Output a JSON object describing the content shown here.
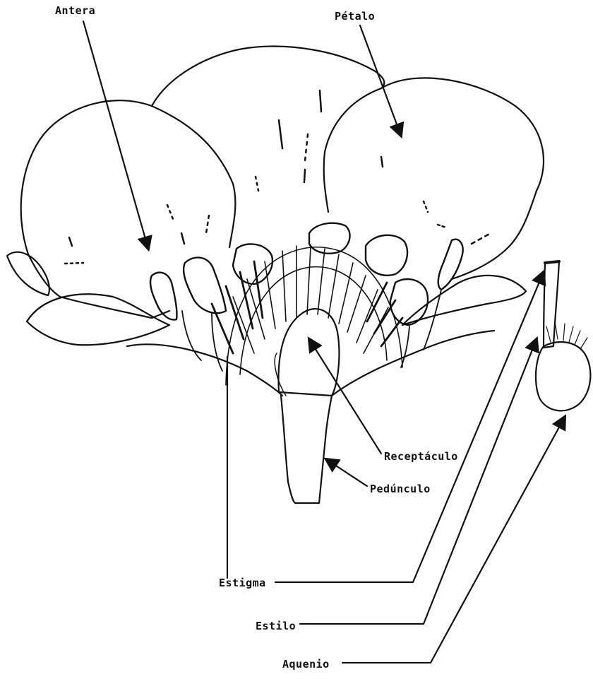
{
  "labels": {
    "antera": "Antera",
    "petalo": "Pétalo",
    "receptaculo": "Receptáculo",
    "pedunculo": "Pedúnculo",
    "estigma": "Estigma",
    "estilo": "Estilo",
    "aquenio": "Aquenio"
  },
  "colors": {
    "ink": "#111111",
    "background": "#ffffff"
  }
}
